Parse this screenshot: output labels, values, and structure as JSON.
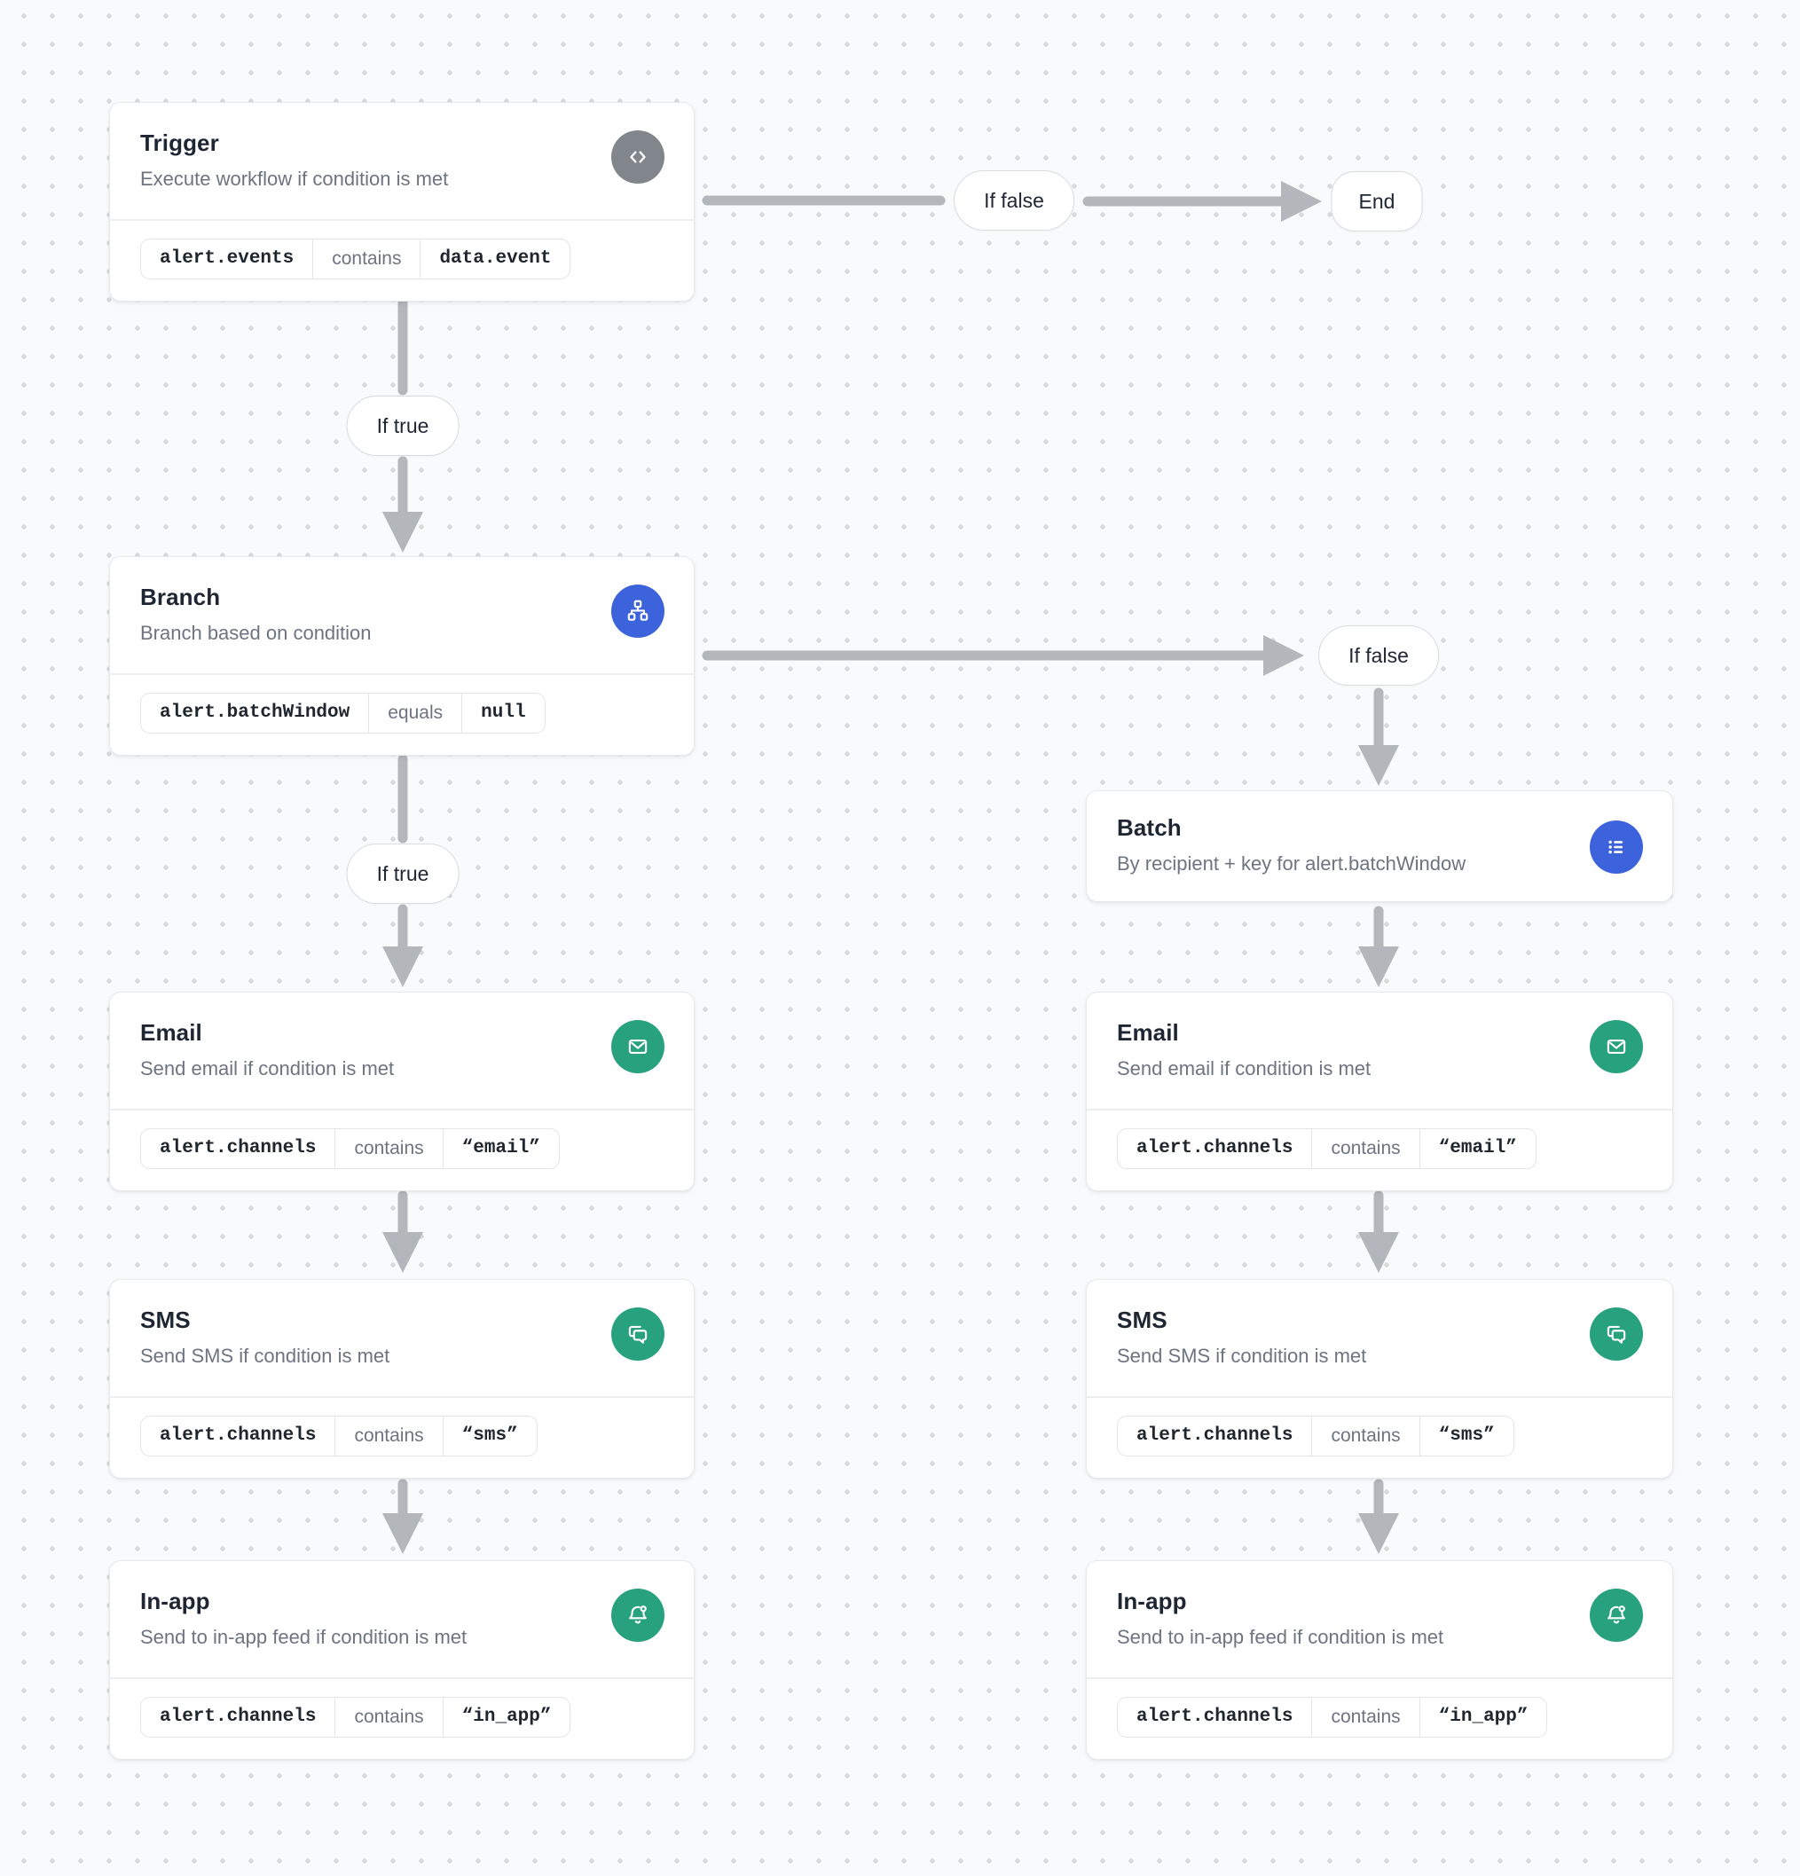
{
  "canvas": {
    "background": "#f9fafb",
    "dot_color": "#d7d9dd"
  },
  "colors": {
    "accent_blue": "#3d63dc",
    "accent_green": "#27a17e",
    "accent_gray": "#81868d",
    "arrow_gray": "#b3b6bb"
  },
  "labels": {
    "if_true": "If true",
    "if_false": "If false",
    "end": "End"
  },
  "nodes": [
    {
      "id": "trigger",
      "title": "Trigger",
      "subtitle": "Execute workflow if condition is met",
      "icon": "code-icon",
      "icon_color": "#81868d",
      "condition": {
        "field": "alert.events",
        "operator": "contains",
        "value": "data.event"
      }
    },
    {
      "id": "branch",
      "title": "Branch",
      "subtitle": "Branch based on condition",
      "icon": "hierarchy-icon",
      "icon_color": "#3d63dc",
      "condition": {
        "field": "alert.batchWindow",
        "operator": "equals",
        "value": "null"
      }
    },
    {
      "id": "batch",
      "title": "Batch",
      "subtitle": "By recipient + key for alert.batchWindow",
      "icon": "list-icon",
      "icon_color": "#3d63dc",
      "condition": null
    },
    {
      "id": "email-left",
      "title": "Email",
      "subtitle": "Send email if condition is met",
      "icon": "mail-icon",
      "icon_color": "#27a17e",
      "condition": {
        "field": "alert.channels",
        "operator": "contains",
        "value": "“email”"
      }
    },
    {
      "id": "sms-left",
      "title": "SMS",
      "subtitle": "Send SMS if condition is met",
      "icon": "chat-icon",
      "icon_color": "#27a17e",
      "condition": {
        "field": "alert.channels",
        "operator": "contains",
        "value": "“sms”"
      }
    },
    {
      "id": "inapp-left",
      "title": "In-app",
      "subtitle": "Send to in-app feed if condition is met",
      "icon": "bell-icon",
      "icon_color": "#27a17e",
      "condition": {
        "field": "alert.channels",
        "operator": "contains",
        "value": "“in_app”"
      }
    },
    {
      "id": "email-right",
      "title": "Email",
      "subtitle": "Send email if condition is met",
      "icon": "mail-icon",
      "icon_color": "#27a17e",
      "condition": {
        "field": "alert.channels",
        "operator": "contains",
        "value": "“email”"
      }
    },
    {
      "id": "sms-right",
      "title": "SMS",
      "subtitle": "Send SMS if condition is met",
      "icon": "chat-icon",
      "icon_color": "#27a17e",
      "condition": {
        "field": "alert.channels",
        "operator": "contains",
        "value": "“sms”"
      }
    },
    {
      "id": "inapp-right",
      "title": "In-app",
      "subtitle": "Send to in-app feed if condition is met",
      "icon": "bell-icon",
      "icon_color": "#27a17e",
      "condition": {
        "field": "alert.channels",
        "operator": "contains",
        "value": "“in_app”"
      }
    }
  ]
}
